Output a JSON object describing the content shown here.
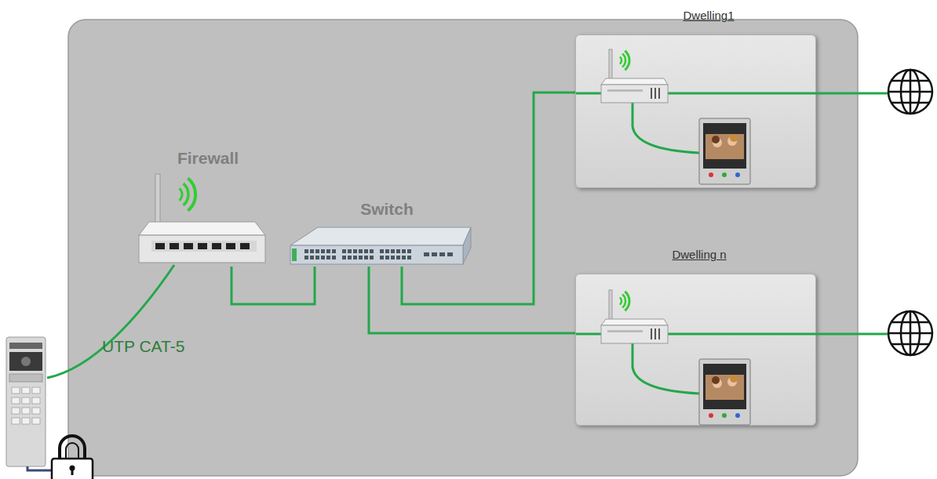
{
  "diagram": {
    "nodes": [
      {
        "text": [
          "Firewall"
        ]
      },
      {
        "text": [
          "Switch"
        ]
      },
      {
        "text": [
          "Dwelling1"
        ]
      },
      {
        "text": [
          "Dwelling n"
        ]
      }
    ],
    "edges": [
      {
        "from": 0,
        "to": 1,
        "arrow": "none"
      },
      {
        "from": 1,
        "to": 2,
        "arrow": "none"
      },
      {
        "from": 1,
        "to": 3,
        "arrow": "none"
      }
    ],
    "labels": [
      "UTP CAT-5"
    ]
  }
}
